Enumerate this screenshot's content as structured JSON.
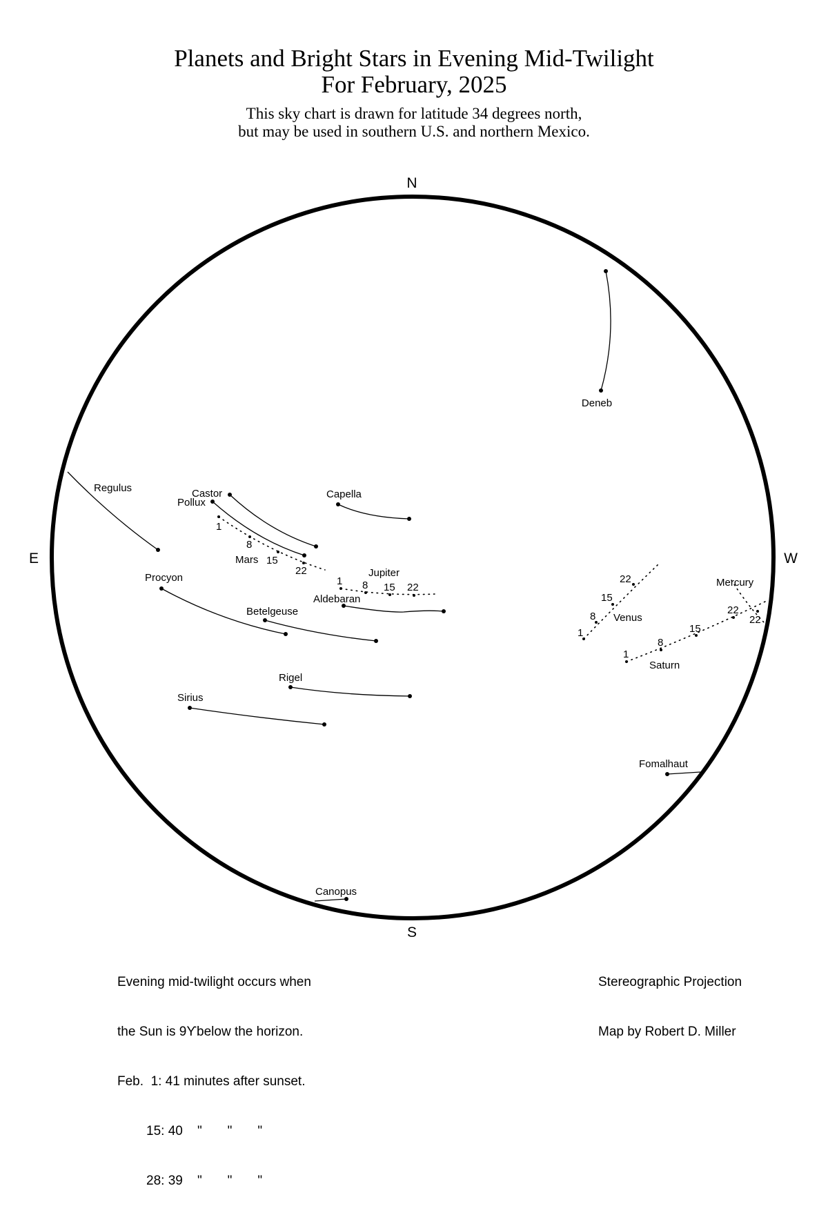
{
  "header": {
    "title_line1": "Planets and Bright Stars in Evening Mid-Twilight",
    "title_line2": "For February, 2025",
    "subtitle_line1": "This sky chart is drawn for latitude 34 degrees north,",
    "subtitle_line2": "but may be used in southern U.S. and northern Mexico."
  },
  "compass": {
    "north": "N",
    "south": "S",
    "east": "E",
    "west": "W"
  },
  "stars": {
    "deneb": "Deneb",
    "regulus": "Regulus",
    "castor": "Castor",
    "pollux": "Pollux",
    "capella": "Capella",
    "procyon": "Procyon",
    "aldebaran": "Aldebaran",
    "betelgeuse": "Betelgeuse",
    "rigel": "Rigel",
    "sirius": "Sirius",
    "fomalhaut": "Fomalhaut",
    "canopus": "Canopus"
  },
  "planets": {
    "mars": {
      "name": "Mars",
      "dates": [
        "1",
        "8",
        "15",
        "22"
      ]
    },
    "jupiter": {
      "name": "Jupiter",
      "dates": [
        "1",
        "8",
        "15",
        "22"
      ]
    },
    "venus": {
      "name": "Venus",
      "dates": [
        "1",
        "8",
        "15",
        "22"
      ]
    },
    "saturn": {
      "name": "Saturn",
      "dates": [
        "1",
        "8",
        "15",
        "22"
      ]
    },
    "mercury": {
      "name": "Mercury",
      "dates": [
        "22"
      ]
    }
  },
  "notes_left": {
    "line1": "Evening mid-twilight occurs when",
    "line2": "the Sun is 9ϒbelow the horizon.",
    "line3": "Feb.  1: 41 minutes after sunset.",
    "line4": "15: 40    \"       \"       \"",
    "line5": "28: 39    \"       \"       \""
  },
  "notes_right": {
    "line1": "Stereographic Projection",
    "line2": "Map by Robert D. Miller"
  }
}
